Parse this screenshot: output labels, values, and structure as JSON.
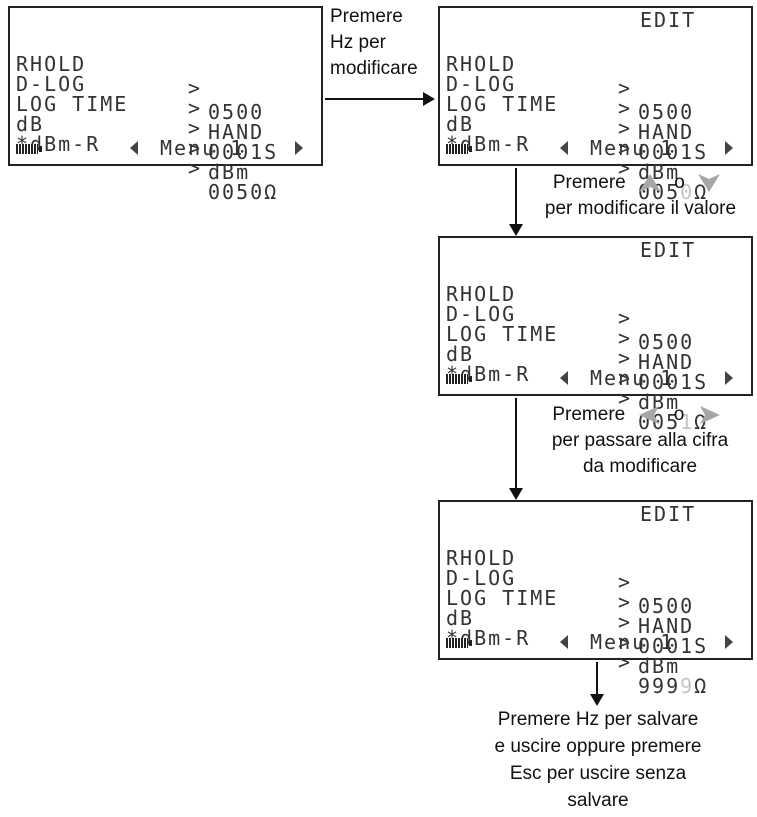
{
  "screens": [
    {
      "edit": "",
      "rows": [
        {
          "label": "RHOLD",
          "gt": ">",
          "value_pre": "0500",
          "value_hl": "",
          "value_post": ""
        },
        {
          "label": "D-LOG",
          "gt": ">",
          "value_pre": "HAND",
          "value_hl": "",
          "value_post": ""
        },
        {
          "label": "LOG TIME",
          "gt": ">",
          "value_pre": "0001S",
          "value_hl": "",
          "value_post": ""
        },
        {
          "label": "dB",
          "gt": ">",
          "value_pre": "dBm",
          "value_hl": "",
          "value_post": ""
        },
        {
          "label": "*dBm-R",
          "gt": ">",
          "value_pre": "0050Ω",
          "value_hl": "",
          "value_post": ""
        }
      ],
      "menu": "Menu 1"
    },
    {
      "edit": "EDIT",
      "rows": [
        {
          "label": "RHOLD",
          "gt": ">",
          "value_pre": "0500",
          "value_hl": "",
          "value_post": ""
        },
        {
          "label": "D-LOG",
          "gt": ">",
          "value_pre": "HAND",
          "value_hl": "",
          "value_post": ""
        },
        {
          "label": "LOG TIME",
          "gt": ">",
          "value_pre": "0001S",
          "value_hl": "",
          "value_post": ""
        },
        {
          "label": "dB",
          "gt": ">",
          "value_pre": "dBm",
          "value_hl": "",
          "value_post": ""
        },
        {
          "label": "*dBm-R",
          "gt": ">",
          "value_pre": "005",
          "value_hl": "0",
          "value_post": "Ω"
        }
      ],
      "menu": "Menu 1"
    },
    {
      "edit": "EDIT",
      "rows": [
        {
          "label": "RHOLD",
          "gt": ">",
          "value_pre": "0500",
          "value_hl": "",
          "value_post": ""
        },
        {
          "label": "D-LOG",
          "gt": ">",
          "value_pre": "HAND",
          "value_hl": "",
          "value_post": ""
        },
        {
          "label": "LOG TIME",
          "gt": ">",
          "value_pre": "0001S",
          "value_hl": "",
          "value_post": ""
        },
        {
          "label": "dB",
          "gt": ">",
          "value_pre": "dBm",
          "value_hl": "",
          "value_post": ""
        },
        {
          "label": "*dBm-R",
          "gt": ">",
          "value_pre": "005",
          "value_hl": "1",
          "value_post": "Ω"
        }
      ],
      "menu": "Menu 1"
    },
    {
      "edit": "EDIT",
      "rows": [
        {
          "label": "RHOLD",
          "gt": ">",
          "value_pre": "0500",
          "value_hl": "",
          "value_post": ""
        },
        {
          "label": "D-LOG",
          "gt": ">",
          "value_pre": "HAND",
          "value_hl": "",
          "value_post": ""
        },
        {
          "label": "LOG TIME",
          "gt": ">",
          "value_pre": "0001S",
          "value_hl": "",
          "value_post": ""
        },
        {
          "label": "dB",
          "gt": ">",
          "value_pre": "dBm",
          "value_hl": "",
          "value_post": ""
        },
        {
          "label": "*dBm-R",
          "gt": ">",
          "value_pre": "999",
          "value_hl": "9",
          "value_post": "Ω"
        }
      ],
      "menu": "Menu 1"
    }
  ],
  "captions": {
    "step1": [
      "Premere",
      "Hz per",
      "modificare"
    ],
    "step2_a": "Premere",
    "step2_or": "o",
    "step2_b": "per modificare il valore",
    "step3_a": "Premere",
    "step3_or": "o",
    "step3_b": "per passare alla cifra",
    "step3_c": "da modificare",
    "final": [
      "Premere Hz per salvare",
      "e uscire oppure premere",
      "Esc per uscire senza",
      "salvare"
    ]
  },
  "icons": {
    "up": "up-arrow-button-icon",
    "down": "down-arrow-button-icon",
    "left": "left-arrow-button-icon",
    "right": "right-arrow-button-icon",
    "battery": "battery-icon"
  },
  "colors": {
    "button_gray": "#a6a6a6",
    "dim_digit": "#c4c4c4"
  }
}
